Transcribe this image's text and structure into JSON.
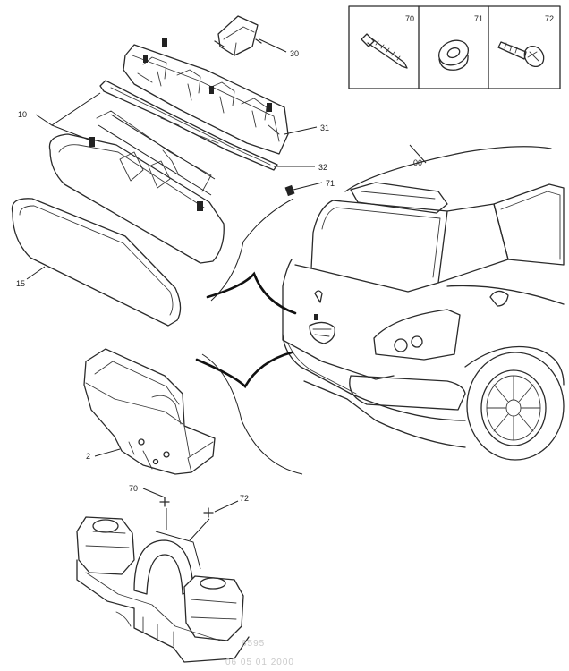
{
  "labels": {
    "l10": "10",
    "l15": "15",
    "l2": "2",
    "l30": "30",
    "l31": "31",
    "l32": "32",
    "l71a": "71",
    "l70b": "70",
    "l72b": "72",
    "lcar": "00",
    "inset70": "70",
    "inset71": "71",
    "inset72": "72"
  },
  "stamp": {
    "line1": "6595",
    "line2": "06 05 01 2000"
  }
}
